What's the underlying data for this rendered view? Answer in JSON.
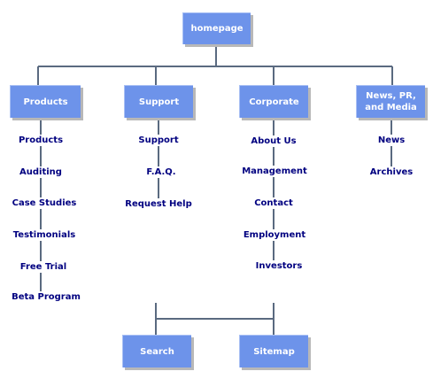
{
  "root": {
    "label": "homepage"
  },
  "sections": [
    {
      "label": "Products",
      "items": [
        "Products",
        "Auditing",
        "Case Studies",
        "Testimonials",
        "Free Trial",
        "Beta Program"
      ]
    },
    {
      "label": "Support",
      "items": [
        "Support",
        "F.A.Q.",
        "Request Help"
      ]
    },
    {
      "label": "Corporate",
      "items": [
        "About Us",
        "Management",
        "Contact",
        "Employment",
        "Investors"
      ]
    },
    {
      "label": "News, PR, and Media",
      "items": [
        "News",
        "Archives"
      ]
    }
  ],
  "footer": [
    {
      "label": "Search"
    },
    {
      "label": "Sitemap"
    }
  ],
  "colors": {
    "box": "#6d93ea",
    "line": "#5a6a80",
    "link_text": "#000080"
  }
}
